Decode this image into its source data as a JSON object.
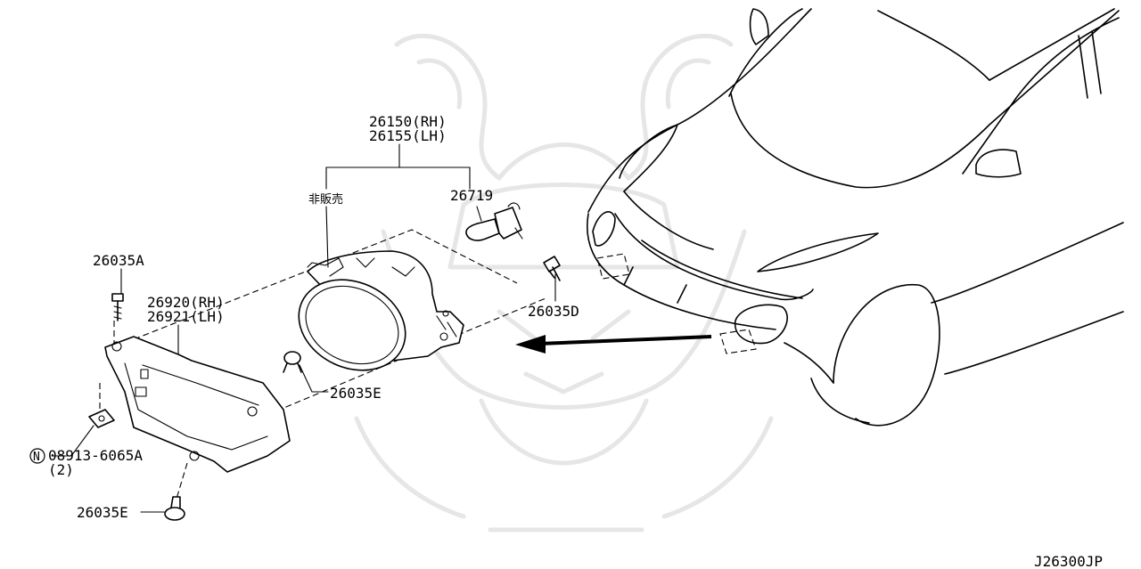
{
  "diagram_code": "J26300JP",
  "watermark_icon": "samurai-helmet-watermark",
  "labels": {
    "lamp_rh": "26150(RH)",
    "lamp_lh": "26155(LH)",
    "not_sold": "非販売",
    "bulb": "26719",
    "bolt_a": "26035A",
    "bracket_rh": "26920(RH)",
    "bracket_lh": "26921(LH)",
    "screw_d": "26035D",
    "clip_e_upper": "26035E",
    "nut_symbol": "N",
    "nut": "08913-6065A",
    "nut_qty": "(2)",
    "clip_e_lower": "26035E"
  }
}
